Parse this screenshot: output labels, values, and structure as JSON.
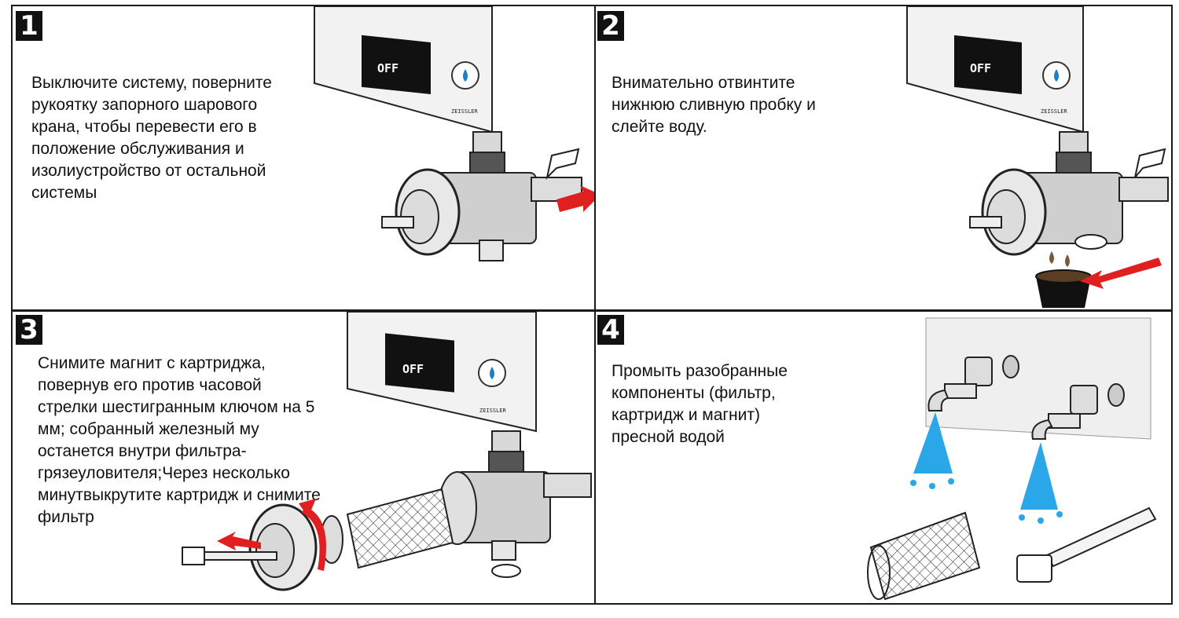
{
  "steps": [
    {
      "number": "1",
      "text": "Выключите систему, поверните рукоятку запорного шарового крана, чтобы перевести его в положение обслуживания и изолиустройство от остальной системы"
    },
    {
      "number": "2",
      "text": "Внимательно отвинтите нижнюю сливную пробку и слейте воду."
    },
    {
      "number": "3",
      "text": "Снимите магнит с картриджа, повернув его против часовой стрелки шестигранным ключом на 5 мм; собранный железный му останется внутри фильтра-грязеуловителя;Через несколько минутвыкрутите картридж и снимите фильтр"
    },
    {
      "number": "4",
      "text": "Промыть разобранные компоненты (фильтр, картридж и магнит) пресной водой"
    }
  ],
  "device": {
    "display": "OFF",
    "brand": "ZEISSLER"
  },
  "colors": {
    "accent_red": "#e02020",
    "water_blue": "#2aa7e8",
    "metal": "#cfcfcf"
  }
}
